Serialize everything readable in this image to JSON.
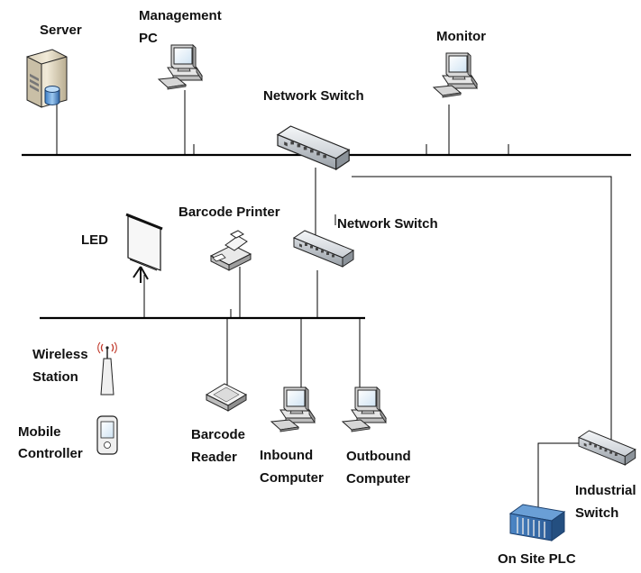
{
  "diagram": {
    "labels": {
      "server": "Server",
      "management_pc_1": "Management",
      "management_pc_2": "PC",
      "monitor": "Monitor",
      "network_switch_top": "Network Switch",
      "network_switch_mid": "Network Switch",
      "barcode_printer": "Barcode Printer",
      "led": "LED",
      "wireless_station_1": "Wireless",
      "wireless_station_2": "Station",
      "mobile_controller_1": "Mobile",
      "mobile_controller_2": "Controller",
      "barcode_reader_1": "Barcode",
      "barcode_reader_2": "Reader",
      "inbound_computer_1": "Inbound",
      "inbound_computer_2": "Computer",
      "outbound_computer_1": "Outbound",
      "outbound_computer_2": "Computer",
      "industrial_switch_1": "Industrial",
      "industrial_switch_2": "Switch",
      "on_site_plc": "On Site PLC"
    },
    "icons": {
      "server": "server-icon",
      "management_pc": "desktop-computer-icon",
      "monitor": "desktop-computer-icon",
      "network_switch": "network-switch-icon",
      "barcode_printer": "printer-icon",
      "led": "projection-screen-icon",
      "wireless_station": "wireless-access-point-icon",
      "mobile_controller": "handheld-device-icon",
      "barcode_reader": "scanner-icon",
      "industrial_switch": "network-switch-icon",
      "plc": "plc-rack-icon"
    }
  }
}
